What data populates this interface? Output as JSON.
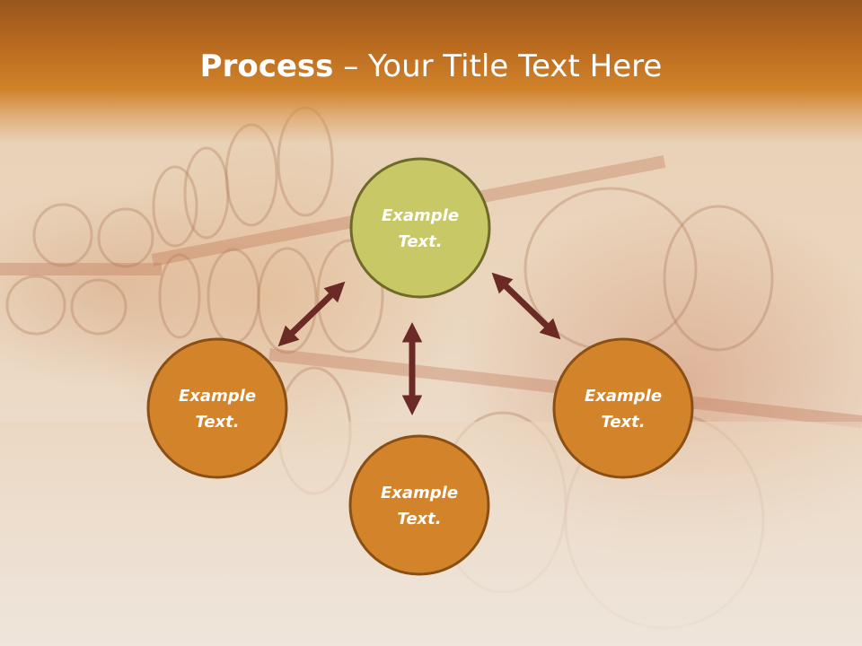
{
  "title": {
    "bold": "Process",
    "separator": " – ",
    "rest": "Your Title Text Here"
  },
  "colors": {
    "header": "#c77a26",
    "center_node": "#c8c966",
    "center_node_border": "#6f6a2a",
    "outer_node": "#d3842a",
    "outer_node_border": "#8a4f14",
    "arrow": "#6b2a26"
  },
  "nodes": [
    {
      "id": "center",
      "line1": "Example",
      "line2": "Text."
    },
    {
      "id": "left",
      "line1": "Example",
      "line2": "Text."
    },
    {
      "id": "bottom",
      "line1": "Example",
      "line2": "Text."
    },
    {
      "id": "right",
      "line1": "Example",
      "line2": "Text."
    }
  ]
}
